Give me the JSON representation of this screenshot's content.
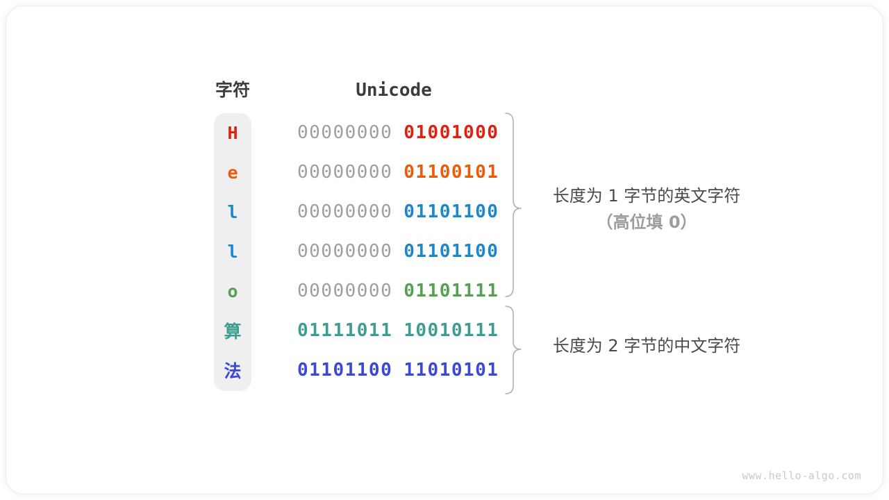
{
  "diagram": {
    "headers": {
      "character": "字符",
      "unicode": "Unicode"
    },
    "rows": [
      {
        "char": "H",
        "char_color": "#de2110",
        "byte1": "00000000",
        "byte1_color": "#9e9e9e",
        "byte2": "01001000",
        "byte2_color": "#de2110"
      },
      {
        "char": "e",
        "char_color": "#ec5b0a",
        "byte1": "00000000",
        "byte1_color": "#9e9e9e",
        "byte2": "01100101",
        "byte2_color": "#ec5b0a"
      },
      {
        "char": "l",
        "char_color": "#1e87cc",
        "byte1": "00000000",
        "byte1_color": "#9e9e9e",
        "byte2": "01101100",
        "byte2_color": "#1e87cc"
      },
      {
        "char": "l",
        "char_color": "#1e87cc",
        "byte1": "00000000",
        "byte1_color": "#9e9e9e",
        "byte2": "01101100",
        "byte2_color": "#1e87cc"
      },
      {
        "char": "o",
        "char_color": "#55a053",
        "byte1": "00000000",
        "byte1_color": "#9e9e9e",
        "byte2": "01101111",
        "byte2_color": "#55a053"
      },
      {
        "char": "算",
        "char_color": "#3e9c90",
        "byte1": "01111011",
        "byte1_color": "#3e9c90",
        "byte2": "10010111",
        "byte2_color": "#3e9c90"
      },
      {
        "char": "法",
        "char_color": "#3a48d8",
        "byte1": "01101100",
        "byte1_color": "#3a48d8",
        "byte2": "11010101",
        "byte2_color": "#3a48d8"
      }
    ],
    "annotations": {
      "english": {
        "line1": "长度为 1 字节的英文字符",
        "line2": "（高位填 0）"
      },
      "chinese": {
        "line1": "长度为 2 字节的中文字符"
      }
    },
    "watermark": "www.hello-algo.com",
    "colors": {
      "header_text": "#3c3c3c",
      "label_text": "#4a4a4a",
      "note_text": "#9c9c9c",
      "byte_muted": "#9e9e9e",
      "brace": "#b0b0b0",
      "column_background": "#efefef"
    }
  }
}
